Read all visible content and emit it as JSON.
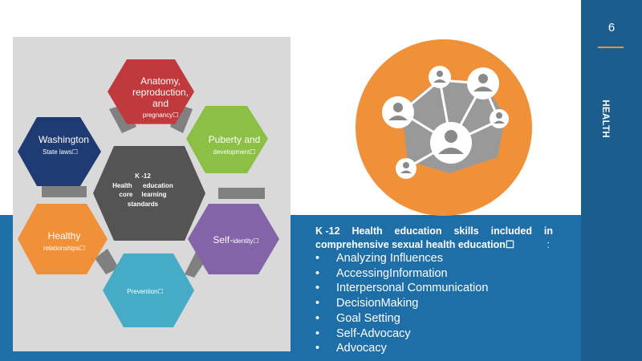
{
  "slide": {
    "page_number": "6",
    "vertical_title_lines": [
      "COMPREHENSIVE",
      "HIGH    SCHOOL",
      "",
      "",
      "",
      "          SEXUAL",
      "GRADE9",
      "",
      "",
      "",
      "               HEALTH"
    ]
  },
  "hexagons": {
    "center": {
      "title": "K -12",
      "line2": "Health      education",
      "line3": "core     learning",
      "line4": "standards"
    },
    "anatomy": {
      "line1": "Anatomy,",
      "line2": "reproduction,",
      "line3": "and",
      "line4": "pregnancy☐"
    },
    "washington": {
      "line1": "Washington",
      "line2": "State laws☐"
    },
    "puberty": {
      "line1": "Puberty and",
      "line2": "development☐"
    },
    "self_identity": {
      "line1": "Self-",
      "line2": "identity☐"
    },
    "prevention": {
      "line1": "Prevention☐"
    },
    "healthy": {
      "line1": "Healthy",
      "line2": "relationships☐"
    }
  },
  "skills": {
    "title_words": [
      "K -12",
      "Health",
      "education",
      "skills",
      "included",
      "in"
    ],
    "title_line2": "comprehensive sexual health education☐",
    "title_colon": ":",
    "items": [
      "Analyzing Influences",
      "AccessingInformation",
      "Interpersonal Communication",
      "DecisionMaking",
      "Goal Setting",
      "Self-Advocacy",
      "Advocacy"
    ],
    "bullet": "•"
  },
  "colors": {
    "blue_band": "#1e6fa8",
    "right_bar": "#1b5e8e",
    "orange": "#f0913a",
    "anatomy": "#c0393d",
    "washington": "#1f3b73",
    "puberty": "#8bbf45",
    "self_identity": "#8464a8",
    "prevention": "#46abc6",
    "healthy": "#f0913a",
    "center": "#545454"
  },
  "icons": {
    "network": "network-of-people-icon"
  }
}
